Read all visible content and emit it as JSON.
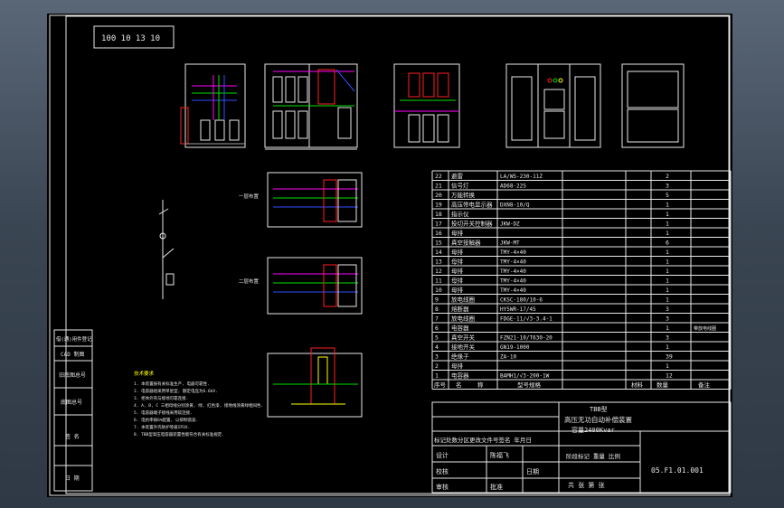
{
  "drawing_number_box": "100 10 13 10",
  "drawing_code": "05.F1.01.001",
  "title_block": {
    "title_line1": "TBB型",
    "title_line2": "高压无功自动补偿装置",
    "title_line3": "容量2400Kvar",
    "revision_header": "标记处数分区更改文件号签名 年月日",
    "stage_header": "阶段标记 重量 比例",
    "row_design": "设计",
    "row_design_name": "陈福飞",
    "row_check": "校核",
    "row_review": "审核",
    "row_date": "日期",
    "row_approve": "批准",
    "sheet_info": "共   张 第  张"
  },
  "bom_header": [
    "序号",
    "名",
    "称",
    "型号规格",
    "材料",
    "数量",
    "备注"
  ],
  "bom_rows": [
    {
      "no": "22",
      "name": "避雷",
      "spec": "LA/WS-230-11Z",
      "qty": "2"
    },
    {
      "no": "21",
      "name": "信号灯",
      "spec": "AD68-22S",
      "qty": "3"
    },
    {
      "no": "20",
      "name": "万能转换",
      "spec": "",
      "qty": "5"
    },
    {
      "no": "19",
      "name": "高压带电显示器",
      "spec": "DXN8-10/Q",
      "qty": "1"
    },
    {
      "no": "18",
      "name": "指示仪",
      "spec": "",
      "qty": "1"
    },
    {
      "no": "17",
      "name": "投切开关控制器",
      "spec": "JKW-DZ",
      "qty": "1"
    },
    {
      "no": "16",
      "name": "母排",
      "spec": "",
      "qty": "1"
    },
    {
      "no": "15",
      "name": "真空接触器",
      "spec": "JKW-MT",
      "qty": "6"
    },
    {
      "no": "14",
      "name": "母排",
      "spec": "TMY-4×40",
      "qty": "1"
    },
    {
      "no": "13",
      "name": "母排",
      "spec": "TMY-4×40",
      "qty": "1"
    },
    {
      "no": "12",
      "name": "母排",
      "spec": "TMY-4×40",
      "qty": "1"
    },
    {
      "no": "11",
      "name": "母排",
      "spec": "TMY-4×40",
      "qty": "1"
    },
    {
      "no": "10",
      "name": "母排",
      "spec": "TMY-4×40",
      "qty": "1"
    },
    {
      "no": "9",
      "name": "放电线圈",
      "spec": "CKSC-180/10-6",
      "qty": "1"
    },
    {
      "no": "8",
      "name": "熔断器",
      "spec": "HY5WR-17/45",
      "qty": "3"
    },
    {
      "no": "7",
      "name": "放电线圈",
      "spec": "FDGE-11/√3-3.4-1",
      "qty": "3"
    },
    {
      "no": "6",
      "name": "电容器",
      "spec": "",
      "qty": "1",
      "note": "带放电线圈"
    },
    {
      "no": "5",
      "name": "真空开关",
      "spec": "FZN21-10/T630-20",
      "qty": "3"
    },
    {
      "no": "4",
      "name": "接地开关",
      "spec": "GN19-1000",
      "qty": "1"
    },
    {
      "no": "3",
      "name": "绝缘子",
      "spec": "ZA-10",
      "qty": "39"
    },
    {
      "no": "2",
      "name": "母排",
      "spec": "",
      "qty": "1"
    },
    {
      "no": "1",
      "name": "电容器",
      "spec": "BAMH1/√3-200-1W",
      "qty": "12"
    }
  ],
  "notes_title": "技术要求",
  "notes_lines": [
    "1. 本装置按有关标准生产, 电器可靠性.",
    "2. 电容器组采用单星型, 额定电压为6.6kV.",
    "3. 柜体外壳与接地可靠连接.",
    "4. A, B, C 三相母线分别涂黄, 绿, 红色漆, 接地线涂黄绿相间色.",
    "5. 电容器端子接线采用软连接.",
    "6. 电抗率按6%配置, 以抑制谐波.",
    "7. 本装置外壳防护等级IP3X.",
    "8. TBB型高压电容器装置性能符合有关标准规定."
  ],
  "left_labels": [
    "借(通)用件登记",
    "CAD 制图",
    "旧底图总号",
    "底图总号",
    "签 名",
    "日 期"
  ],
  "plan_labels": {
    "top_view": "一层布置",
    "bottom_view": "二层布置"
  },
  "colors": {
    "line": "#e8e8e8",
    "yellow": "#ffff00",
    "red": "#ff2020",
    "green": "#00e000",
    "magenta": "#ff00ff",
    "blue": "#3050ff",
    "cyan": "#00e0ff",
    "gray": "#a0a0a0"
  }
}
